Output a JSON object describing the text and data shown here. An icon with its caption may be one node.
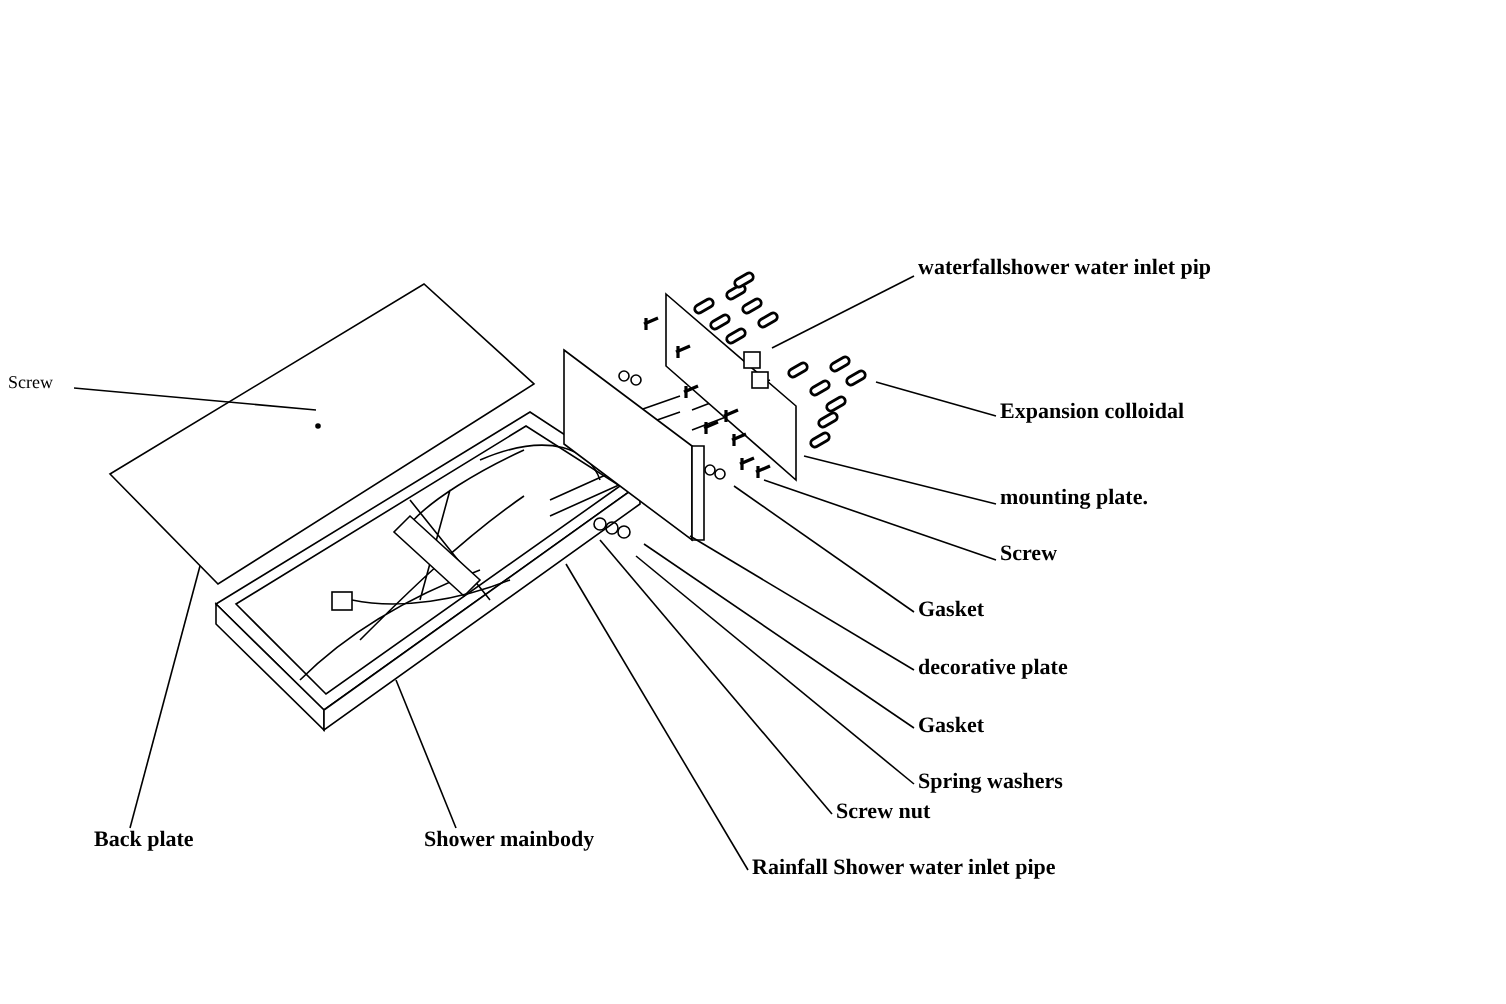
{
  "diagram": {
    "nodes": [
      {
        "text": [
          "Screw"
        ]
      },
      {
        "text": [
          "waterfallshower water inlet pip"
        ]
      },
      {
        "text": [
          "Expansion colloidal"
        ]
      },
      {
        "text": [
          "mounting plate."
        ]
      },
      {
        "text": [
          "Screw"
        ]
      },
      {
        "text": [
          "Gasket"
        ]
      },
      {
        "text": [
          "decorative plate"
        ]
      },
      {
        "text": [
          "Gasket"
        ]
      },
      {
        "text": [
          "Spring washers"
        ]
      },
      {
        "text": [
          "Screw nut"
        ]
      },
      {
        "text": [
          "Rainfall Shower water inlet pipe"
        ]
      },
      {
        "text": [
          "Back plate"
        ]
      },
      {
        "text": [
          "Shower mainbody"
        ]
      }
    ],
    "edges": [
      {
        "from": 0,
        "to": null,
        "arrow": "none"
      },
      {
        "from": 1,
        "to": null,
        "arrow": "none"
      },
      {
        "from": 2,
        "to": null,
        "arrow": "none"
      },
      {
        "from": 3,
        "to": null,
        "arrow": "none"
      },
      {
        "from": 4,
        "to": null,
        "arrow": "none"
      },
      {
        "from": 5,
        "to": null,
        "arrow": "none"
      },
      {
        "from": 6,
        "to": null,
        "arrow": "none"
      },
      {
        "from": 7,
        "to": null,
        "arrow": "none"
      },
      {
        "from": 8,
        "to": null,
        "arrow": "none"
      },
      {
        "from": 9,
        "to": null,
        "arrow": "none"
      },
      {
        "from": 10,
        "to": null,
        "arrow": "none"
      },
      {
        "from": 11,
        "to": null,
        "arrow": "none"
      },
      {
        "from": 12,
        "to": null,
        "arrow": "none"
      }
    ]
  }
}
